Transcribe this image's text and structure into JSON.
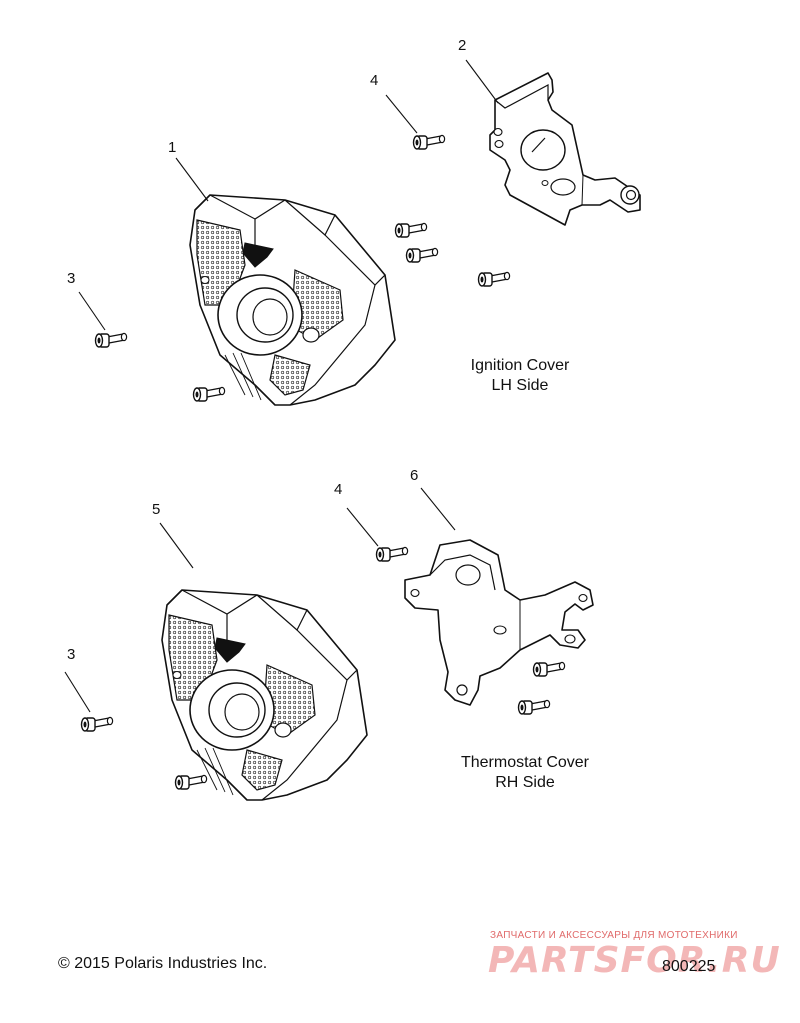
{
  "callouts": {
    "c1": "1",
    "c2": "2",
    "c3a": "3",
    "c4a": "4",
    "c5": "5",
    "c6": "6",
    "c3b": "3",
    "c4b": "4"
  },
  "captions": {
    "ignition_line1": "Ignition Cover",
    "ignition_line2": "LH Side",
    "thermostat_line1": "Thermostat Cover",
    "thermostat_line2": "RH Side"
  },
  "footer": {
    "copyright": "© 2015 Polaris Industries Inc.",
    "doc_number": "800225"
  },
  "watermark": {
    "tagline": "ЗАПЧАСТИ И АКСЕССУАРЫ ДЛЯ МОТОТЕХНИКИ",
    "logo": "PARTSFOR.RU"
  }
}
